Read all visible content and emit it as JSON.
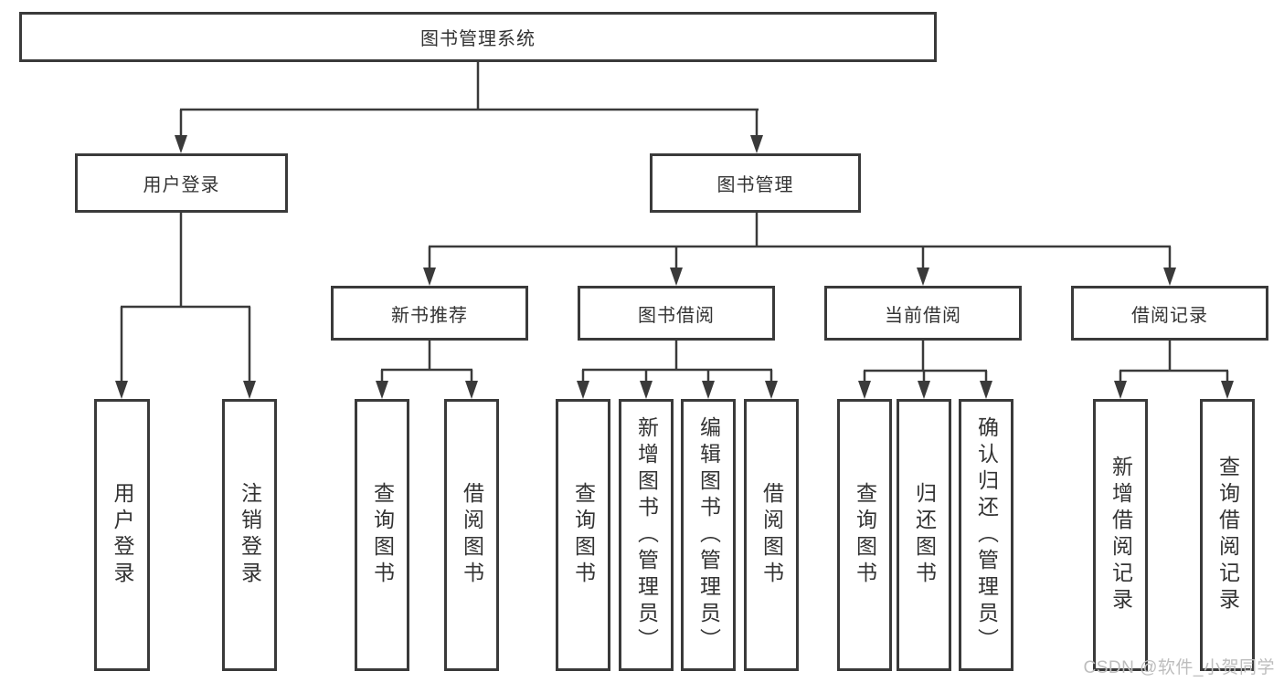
{
  "colors": {
    "line": "#3a3a3a",
    "text": "#333333",
    "watermark": "#bdbdbd",
    "bg": "#ffffff"
  },
  "diagram": {
    "root": {
      "label": "图书管理系统"
    },
    "level2": [
      {
        "label": "用户登录"
      },
      {
        "label": "图书管理"
      }
    ],
    "level3": [
      {
        "label": "新书推荐"
      },
      {
        "label": "图书借阅"
      },
      {
        "label": "当前借阅"
      },
      {
        "label": "借阅记录"
      }
    ],
    "leaves": [
      {
        "label": "用户登录"
      },
      {
        "label": "注销登录"
      },
      {
        "label": "查询图书"
      },
      {
        "label": "借阅图书"
      },
      {
        "label": "查询图书"
      },
      {
        "label": "新增图书（管理员）"
      },
      {
        "label": "编辑图书（管理员）"
      },
      {
        "label": "借阅图书"
      },
      {
        "label": "查询图书"
      },
      {
        "label": "归还图书"
      },
      {
        "label": "确认归还（管理员）"
      },
      {
        "label": "新增借阅记录"
      },
      {
        "label": "查询借阅记录"
      }
    ],
    "hierarchy": {
      "图书管理系统": [
        "用户登录",
        "图书管理"
      ],
      "用户登录": [
        "用户登录",
        "注销登录"
      ],
      "图书管理": [
        "新书推荐",
        "图书借阅",
        "当前借阅",
        "借阅记录"
      ],
      "新书推荐": [
        "查询图书",
        "借阅图书"
      ],
      "图书借阅": [
        "查询图书",
        "新增图书（管理员）",
        "编辑图书（管理员）",
        "借阅图书"
      ],
      "当前借阅": [
        "查询图书",
        "归还图书",
        "确认归还（管理员）"
      ],
      "借阅记录": [
        "新增借阅记录",
        "查询借阅记录"
      ]
    }
  },
  "watermark": {
    "text": "CSDN @软件_小贺同学"
  }
}
